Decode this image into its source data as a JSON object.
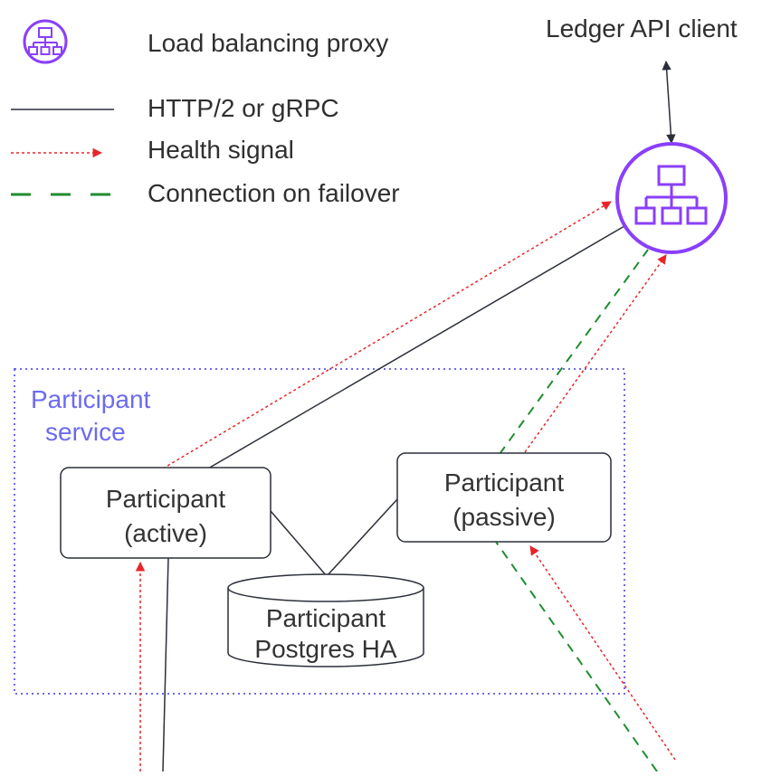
{
  "legend": {
    "proxy_label": "Load balancing proxy",
    "http_label": "HTTP/2 or gRPC",
    "health_label": "Health signal",
    "failover_label": "Connection on failover"
  },
  "client": {
    "label": "Ledger API client"
  },
  "group": {
    "label_line1": "Participant",
    "label_line2": "service"
  },
  "nodes": {
    "active": {
      "line1": "Participant",
      "line2": "(active)"
    },
    "passive": {
      "line1": "Participant",
      "line2": "(passive)"
    },
    "db": {
      "line1": "Participant",
      "line2": "Postgres HA"
    }
  },
  "colors": {
    "proxy_purple": "#8a3ffc",
    "service_border": "#6b6bf0",
    "health_red": "#e8262a",
    "failover_green": "#1e8e2e",
    "line_dark": "#2b2f3a"
  }
}
